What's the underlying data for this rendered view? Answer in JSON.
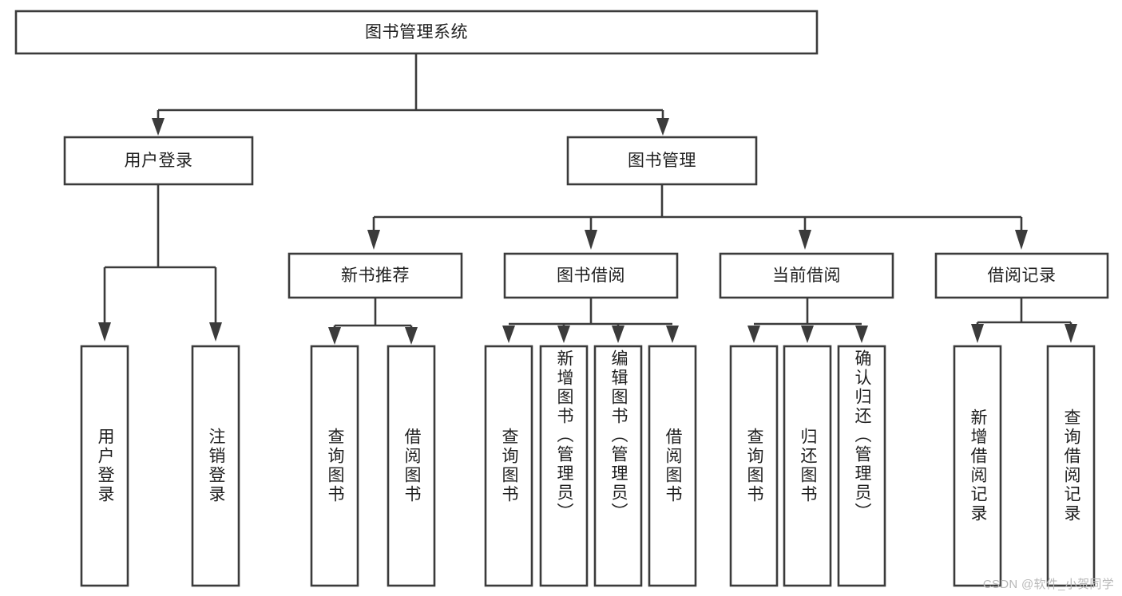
{
  "diagram": {
    "type": "tree-hierarchy",
    "title": "图书管理系统",
    "root": {
      "id": "root",
      "label": "图书管理系统",
      "orientation": "horizontal"
    },
    "level2": [
      {
        "id": "user-login",
        "label": "用户登录",
        "orientation": "horizontal"
      },
      {
        "id": "book-manage",
        "label": "图书管理",
        "orientation": "horizontal"
      }
    ],
    "level3": [
      {
        "id": "new-book-recommend",
        "label": "新书推荐",
        "orientation": "horizontal",
        "parent": "book-manage"
      },
      {
        "id": "book-borrow",
        "label": "图书借阅",
        "orientation": "horizontal",
        "parent": "book-manage"
      },
      {
        "id": "current-borrow",
        "label": "当前借阅",
        "orientation": "horizontal",
        "parent": "book-manage"
      },
      {
        "id": "borrow-record",
        "label": "借阅记录",
        "orientation": "horizontal",
        "parent": "book-manage"
      }
    ],
    "leaves": [
      {
        "id": "leaf-user-login",
        "label": "用户登录",
        "orientation": "vertical",
        "parent": "user-login"
      },
      {
        "id": "leaf-user-logout",
        "label": "注销登录",
        "orientation": "vertical",
        "parent": "user-login"
      },
      {
        "id": "leaf-query-book-1",
        "label": "查询图书",
        "orientation": "vertical",
        "parent": "new-book-recommend"
      },
      {
        "id": "leaf-borrow-book-1",
        "label": "借阅图书",
        "orientation": "vertical",
        "parent": "new-book-recommend"
      },
      {
        "id": "leaf-query-book-2",
        "label": "查询图书",
        "orientation": "vertical",
        "parent": "book-borrow"
      },
      {
        "id": "leaf-add-book",
        "label": "新增图书（管理员）",
        "orientation": "vertical",
        "parent": "book-borrow"
      },
      {
        "id": "leaf-edit-book",
        "label": "编辑图书（管理员）",
        "orientation": "vertical",
        "parent": "book-borrow"
      },
      {
        "id": "leaf-borrow-book-2",
        "label": "借阅图书",
        "orientation": "vertical",
        "parent": "book-borrow"
      },
      {
        "id": "leaf-query-book-3",
        "label": "查询图书",
        "orientation": "vertical",
        "parent": "current-borrow"
      },
      {
        "id": "leaf-return-book",
        "label": "归还图书",
        "orientation": "vertical",
        "parent": "current-borrow"
      },
      {
        "id": "leaf-confirm-return",
        "label": "确认归还（管理员）",
        "orientation": "vertical",
        "parent": "current-borrow"
      },
      {
        "id": "leaf-add-record",
        "label": "新增借阅记录",
        "orientation": "vertical",
        "parent": "borrow-record"
      },
      {
        "id": "leaf-query-record",
        "label": "查询借阅记录",
        "orientation": "vertical",
        "parent": "borrow-record"
      }
    ],
    "colors": {
      "stroke": "#3b3b3b",
      "fill": "#ffffff",
      "text": "#1f1f1f",
      "background": "#ffffff",
      "watermark": "#b8b8b8"
    }
  },
  "watermark": {
    "text": "CSDN @软件_小贺同学"
  }
}
